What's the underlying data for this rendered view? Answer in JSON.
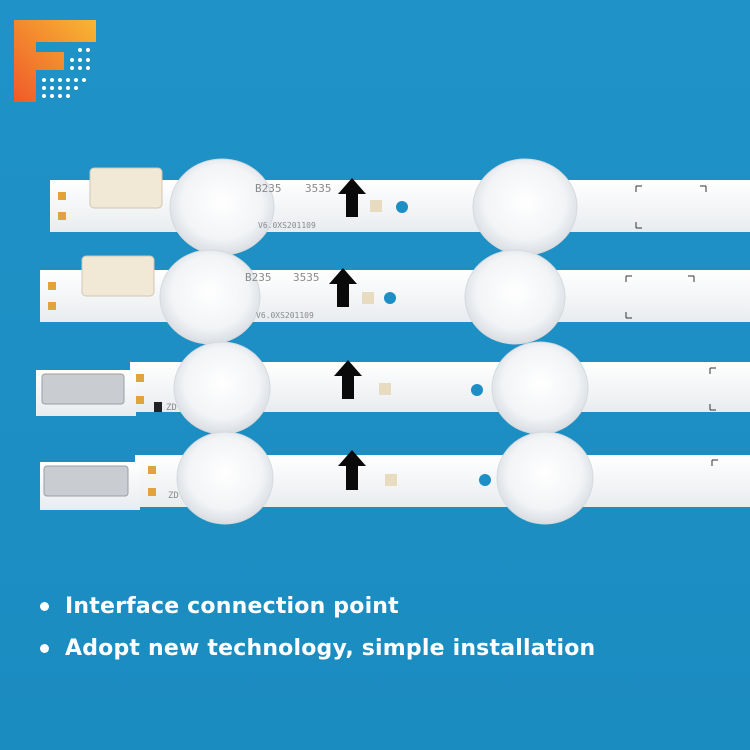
{
  "brand": {
    "logo_name": "F logo",
    "colors": {
      "orange": "#f26a2e",
      "yellow": "#f5b52b",
      "white": "#ffffff"
    }
  },
  "background_color": "#1e8fc4",
  "strips": {
    "codes": [
      "B235",
      "3535"
    ],
    "version": "V6.0XS201109",
    "marker": "ZD"
  },
  "bullets": [
    {
      "text": "Interface connection point"
    },
    {
      "text": "Adopt new technology, simple installation"
    }
  ]
}
